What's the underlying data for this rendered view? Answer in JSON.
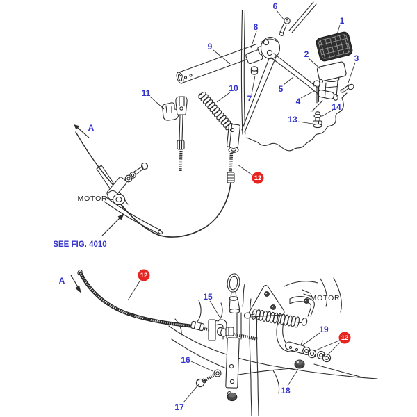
{
  "diagram": {
    "background": "#ffffff",
    "line_color": "#2b2b2b",
    "label_color": "#3232cd",
    "callout_color": "#e62420",
    "callout_text_color": "#ffffff",
    "part_labels": {
      "1": "1",
      "2": "2",
      "3": "3",
      "4": "4",
      "5": "5",
      "6": "6",
      "7": "7",
      "8": "8",
      "9": "9",
      "10": "10",
      "11": "11",
      "13": "13",
      "14": "14",
      "15": "15",
      "16": "16",
      "17": "17",
      "18": "18",
      "19": "19"
    },
    "red_callouts": {
      "upper": "12",
      "lower_left": "12",
      "lower_right": "12"
    },
    "annotations": {
      "see_figure": "SEE FIG. 4010",
      "motor_upper": "MOTOR",
      "motor_lower": "MOTOR",
      "view_arrow_upper": "A",
      "view_arrow_lower": "A"
    }
  }
}
